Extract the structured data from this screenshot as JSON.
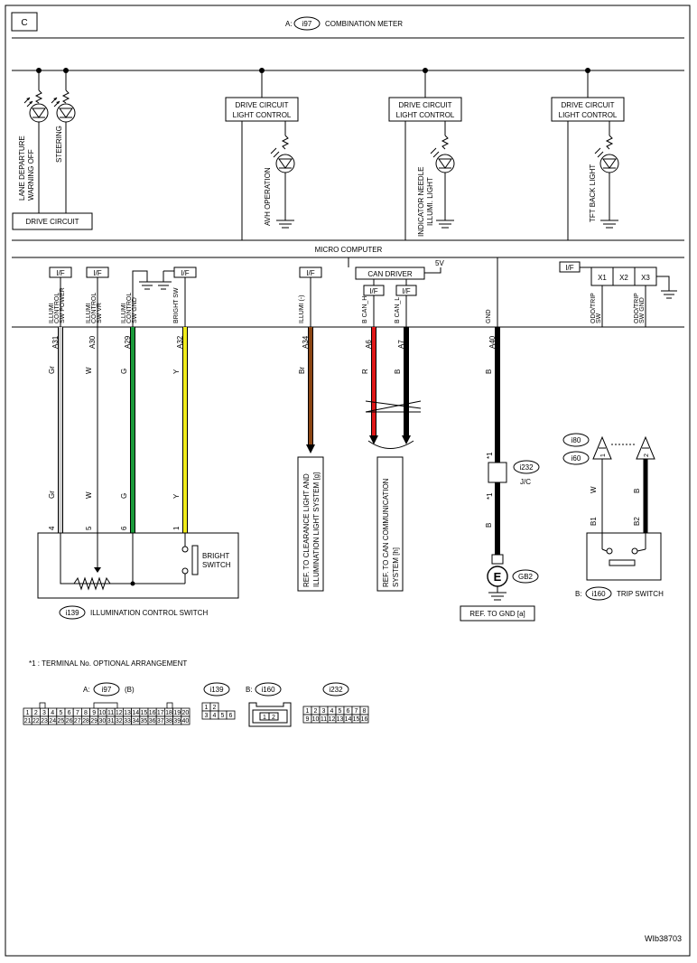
{
  "diagram": {
    "section_label": "C",
    "title_prefix": "A:",
    "title_connector": "i97",
    "title": "COMBINATION METER",
    "drive_circuit_label": "DRIVE CIRCUIT",
    "lane_departure_label": "LANE DEPARTURE",
    "warning_off_label": "WARNING OFF",
    "steering_label": "STEERING",
    "drive_circuit_box": [
      "DRIVE CIRCUIT",
      "LIGHT CONTROL"
    ],
    "avh_label": "AVH OPERATION",
    "indicator_needle_label": "INDICATOR NEEDLE",
    "illumi_light_label": "ILLUMI. LIGHT",
    "tft_label": "TFT BACK LIGHT",
    "micro_computer_label": "MICRO COMPUTER",
    "if_label": "I/F",
    "can_driver_label": "CAN DRIVER",
    "five_v_label": "5V",
    "pins": [
      {
        "name": [
          "ILLUMI",
          "CONTROL",
          "SW POWER"
        ],
        "terminal": "A31",
        "color_top": "Gr",
        "color_bottom": "Gr",
        "switch_pin": "4",
        "wire": "#cfcfcf"
      },
      {
        "name": [
          "ILLUMI",
          "CONTROL",
          "SW VR"
        ],
        "terminal": "A30",
        "color_top": "W",
        "color_bottom": "W",
        "switch_pin": "5",
        "wire": "#ffffff"
      },
      {
        "name": [
          "ILLUMI",
          "CONTROL",
          "SW GND"
        ],
        "terminal": "A29",
        "color_top": "G",
        "color_bottom": "G",
        "switch_pin": "6",
        "wire": "#1a9a3a"
      },
      {
        "name": [
          "BRIGHT SW"
        ],
        "terminal": "A32",
        "color_top": "Y",
        "color_bottom": "Y",
        "switch_pin": "1",
        "wire": "#f0ec1a"
      },
      {
        "name": [
          "ILLUMI (-)"
        ],
        "terminal": "A34",
        "color_top": "Br",
        "wire": "#8b4513"
      },
      {
        "name": [
          "B CAN_H"
        ],
        "terminal": "A6",
        "color_top": "R",
        "wire": "#e01818"
      },
      {
        "name": [
          "B CAN_L"
        ],
        "terminal": "A7",
        "color_top": "B",
        "wire": "#000000"
      },
      {
        "name": [
          "GND"
        ],
        "terminal": "A40",
        "color_top": "B",
        "color_bottom": "B",
        "wire": "#000000"
      },
      {
        "name": [
          "ODO/TRIP",
          "SW"
        ],
        "color_bottom": "W",
        "switch_pin": "B1",
        "wire": "#ffffff"
      },
      {
        "name": [
          "ODO/TRIP",
          "SW GND"
        ],
        "color_bottom": "B",
        "switch_pin": "B2",
        "wire": "#000000"
      }
    ],
    "trip_terminals": [
      "X1",
      "X2",
      "X3"
    ],
    "ref_clearance": [
      "REF. TO CLEARANCE LIGHT AND",
      "ILLUMINATION LIGHT SYSTEM [g]"
    ],
    "ref_can": [
      "REF. TO CAN COMMUNICATION",
      "SYSTEM [h]"
    ],
    "ref_gnd": "REF. TO GND [a]",
    "jc_connector": "i232",
    "jc_label": "J/C",
    "star_one": "*1",
    "ground_connector": "GB2",
    "ground_symbol": "E",
    "bright_switch": [
      "BRIGHT",
      "SWITCH"
    ],
    "illum_switch_connector": "i139",
    "illum_switch_label": "ILLUMINATION CONTROL SWITCH",
    "trip_connectors": [
      "i80",
      "i60"
    ],
    "trip_pins": [
      "1",
      "2"
    ],
    "trip_switch_prefix": "B:",
    "trip_switch_connector": "i160",
    "trip_switch_label": "TRIP SWITCH",
    "footnote": "*1  : TERMINAL No. OPTIONAL ARRANGEMENT",
    "connector_views": {
      "a_prefix": "A:",
      "a_connector": "i97",
      "a_suffix": "(B)",
      "a_top": [
        "1",
        "2",
        "3",
        "4",
        "5",
        "6",
        "7",
        "8",
        "9",
        "10",
        "11",
        "12",
        "13",
        "14",
        "15",
        "16",
        "17",
        "18",
        "19",
        "20"
      ],
      "a_bottom": [
        "21",
        "22",
        "23",
        "24",
        "25",
        "26",
        "27",
        "28",
        "29",
        "30",
        "31",
        "32",
        "33",
        "34",
        "35",
        "36",
        "37",
        "38",
        "39",
        "40"
      ],
      "i139_connector": "i139",
      "i139_top": [
        "1",
        "2"
      ],
      "i139_bottom": [
        "3",
        "4",
        "5",
        "6"
      ],
      "b_prefix": "B:",
      "b_connector": "i160",
      "b_pins": [
        "1",
        "2"
      ],
      "i232_connector": "i232",
      "i232_top": [
        "1",
        "2",
        "3",
        "4",
        "5",
        "6",
        "7",
        "8"
      ],
      "i232_bottom": [
        "9",
        "10",
        "11",
        "12",
        "13",
        "14",
        "15",
        "16"
      ]
    },
    "figure_id": "WIb38703"
  }
}
